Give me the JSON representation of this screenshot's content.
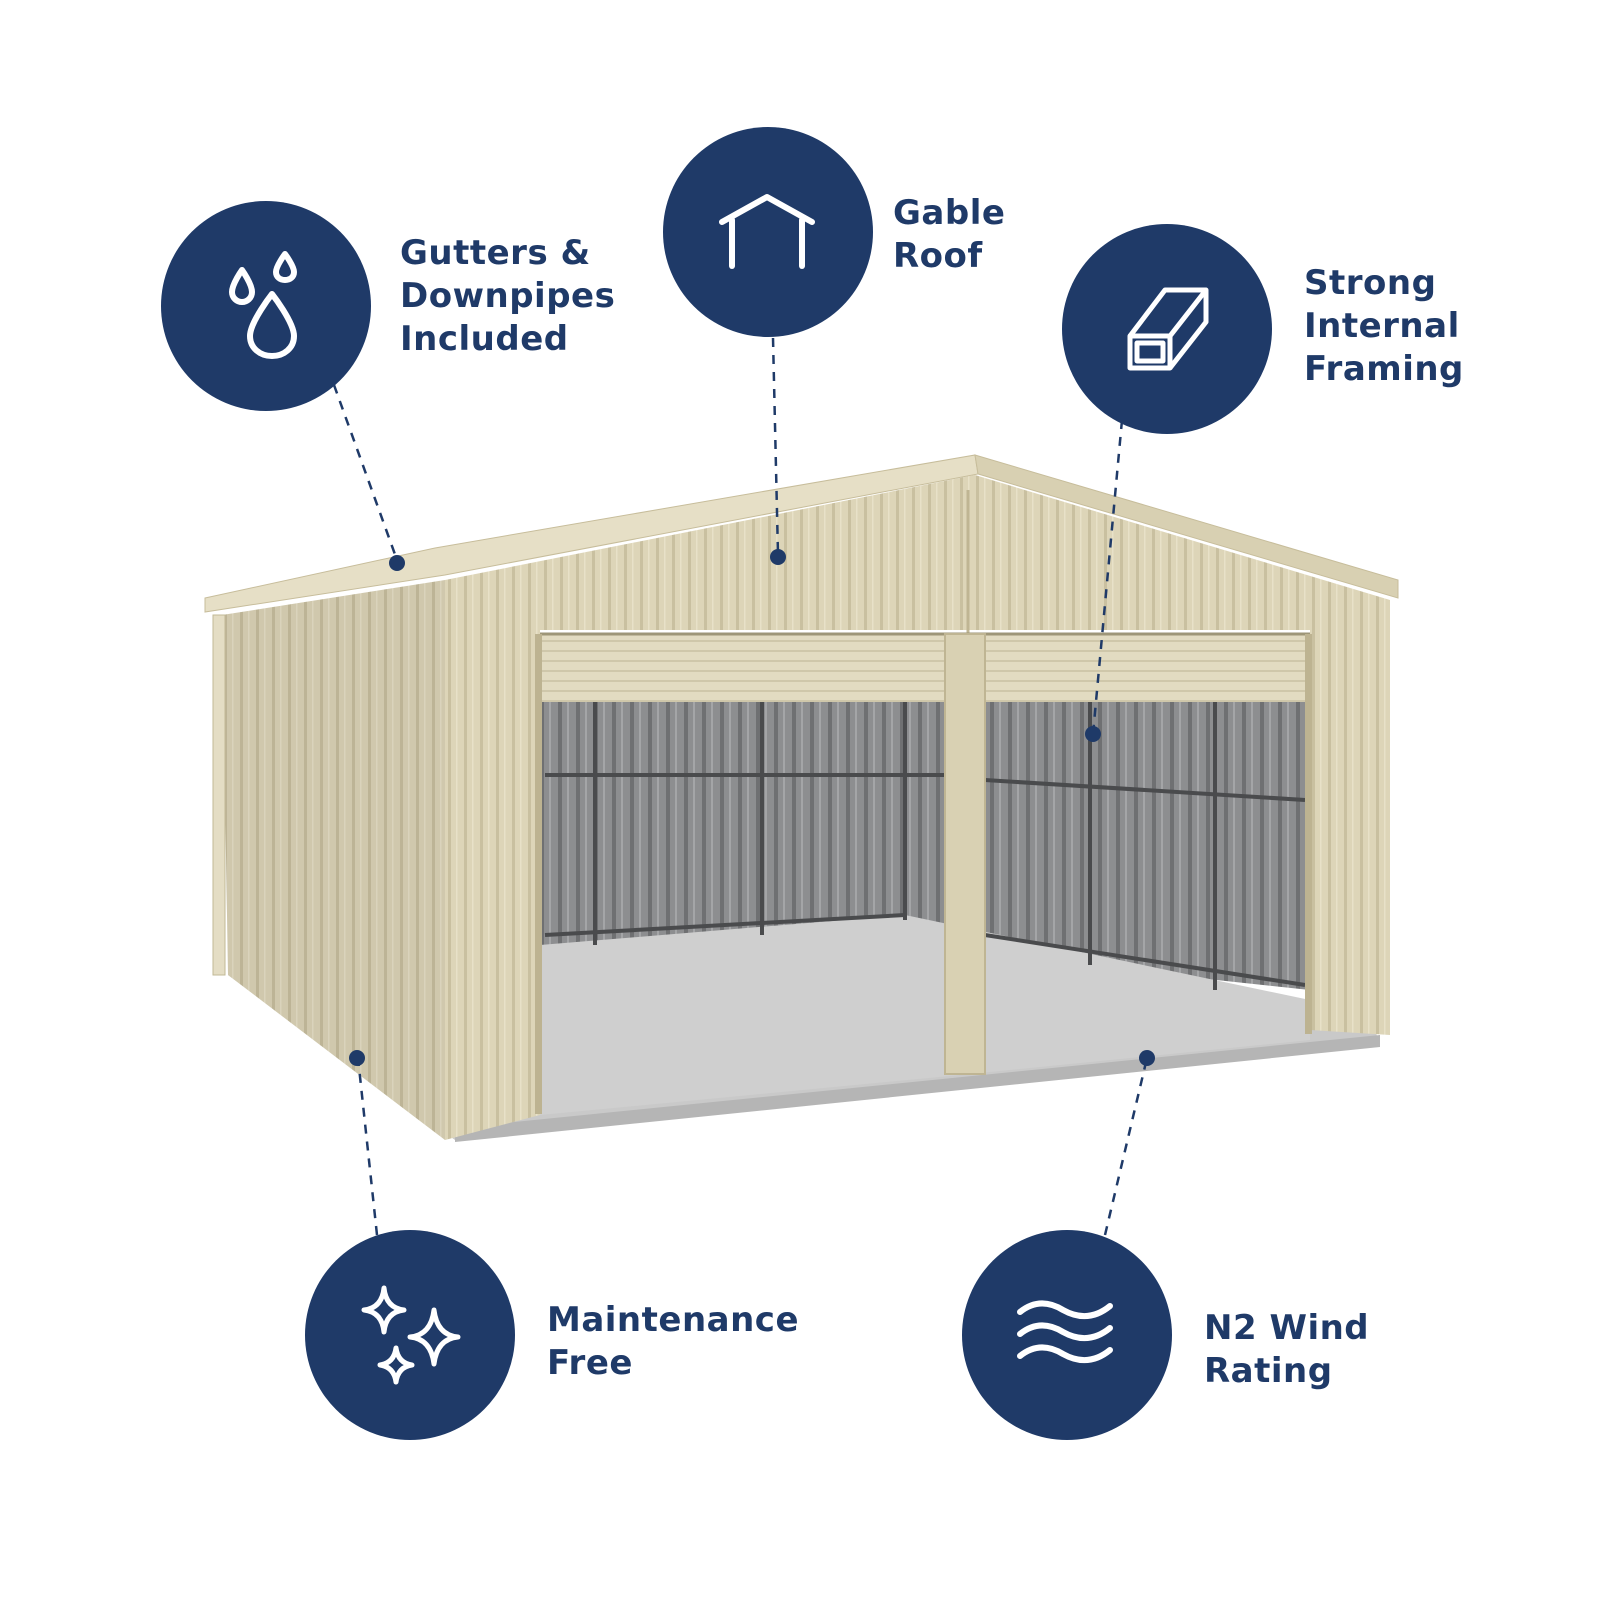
{
  "colors": {
    "navy": "#1f3a68",
    "shed": "#ddd5b8",
    "shed_shadow": "#cfc6a6",
    "interior": "#8e8f91",
    "floor": "#c8c8c8"
  },
  "features": [
    {
      "id": "gutters",
      "icon": "water-drops-icon",
      "text": "Gutters & \nDownpipes\nIncluded"
    },
    {
      "id": "gable-roof",
      "icon": "house-outline-icon",
      "text": "Gable\nRoof"
    },
    {
      "id": "framing",
      "icon": "steel-beam-icon",
      "text": "Strong\nInternal\nFraming"
    },
    {
      "id": "maintenance",
      "icon": "sparkles-icon",
      "text": "Maintenance\nFree"
    },
    {
      "id": "wind",
      "icon": "wind-waves-icon",
      "text": "N2 Wind\nRating"
    }
  ]
}
